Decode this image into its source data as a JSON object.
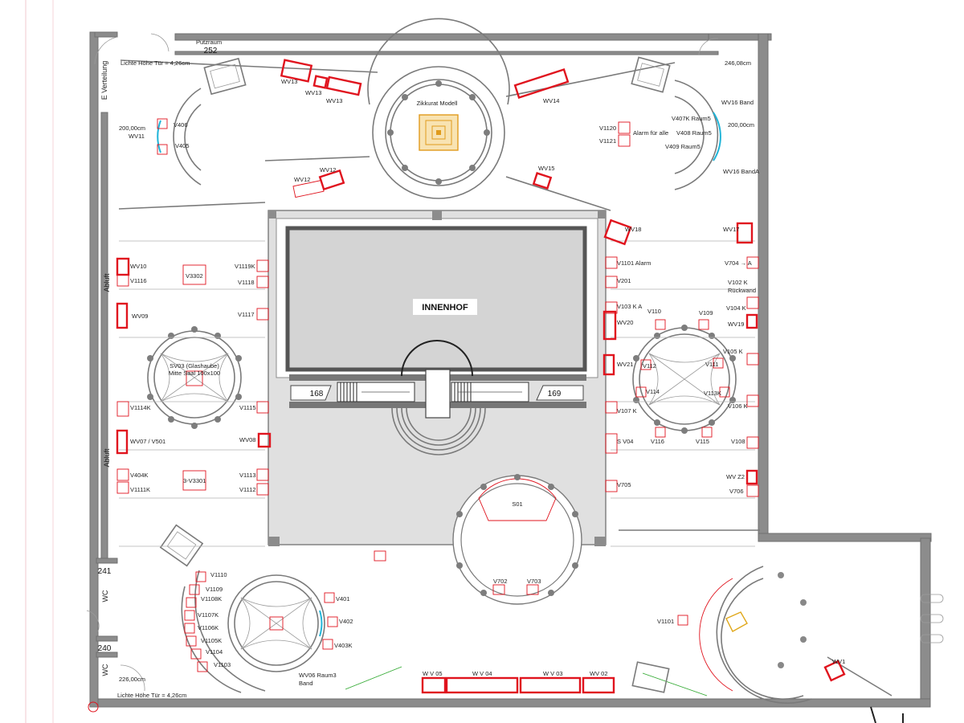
{
  "plan": {
    "courtyard": "INNENHOF",
    "rooms": {
      "r252": "252",
      "r241": "241",
      "r240": "240",
      "r168": "168",
      "r169": "169",
      "wc1": "WC",
      "wc2": "WC"
    },
    "notes": {
      "putzraum": "Putzraum",
      "tuer_top": "Lichte Höhe Tür = 4,26cm",
      "tuer_bottom": "Lichte Höhe Tür = 4,26cm",
      "width_top_right": "246,08cm",
      "width_bottom_left": "226,00cm",
      "w_left": "200,00cm",
      "w_right": "200,00cm",
      "e_verteilung": "E Verteilung",
      "abluft1": "Abluft",
      "abluft2": "Abluft",
      "zikkurat": "Zikkurat Modell",
      "sv03": "SV03 (Glashaube)",
      "mitte": "Mitte Saal 100x100",
      "s01": "S01"
    },
    "labels": {
      "wv13a": "WV13",
      "wv13b": "WV13",
      "wv13c": "WV13",
      "wv14": "WV14",
      "wv15": "WV15",
      "wv16": "WV16  Band",
      "wv16a": "WV16 BandA",
      "wv12a": "WV12",
      "wv12b": "WV12",
      "wv11": "WV11",
      "v406": "V406",
      "v405": "V405",
      "v407k": "V407K Raum5",
      "v408": "V408 Raum5",
      "v409": "V409 Raum5",
      "v1120": "V1120",
      "v1121": "V1121",
      "alarm": "Alarm für alle",
      "wv10": "WV10",
      "v1116": "V1116",
      "v3302": "V3302",
      "v1119k": "V1119K",
      "v1118": "V1118",
      "v1117": "V1117",
      "wv09": "WV09",
      "v1114k": "V1114K",
      "v1115": "V1115",
      "wv07": "WV07 / V501",
      "wv08": "WV08",
      "v404k": "V404K",
      "v1111k": "V1111K",
      "v3301": "3-V3301",
      "v1113": "V1113",
      "v1112": "V1112",
      "wv18": "WV18",
      "wv17": "WV17",
      "v1101a": "V1101 Alarm",
      "v704": "V704 → A",
      "v201": "V201",
      "v102k": "V102 K",
      "rueck": "Rückwand",
      "v103": "V103 K A",
      "v104k": "V104 K",
      "v110": "V110",
      "v109": "V109",
      "wv20": "WV20",
      "wv19": "WV19",
      "v105k": "V105 K",
      "wv21": "WV21",
      "v112": "V112",
      "v111": "V111",
      "v114": "V114",
      "v113k": "V113K",
      "v106k": "V106 K",
      "v107k": "V107 K",
      "sv04": "S V04",
      "v116": "V116",
      "v115": "V115",
      "v108": "V108",
      "wvz2": "WV Z2",
      "v705": "V705",
      "v706": "V706",
      "v1110": "V1110",
      "v1109": "V1109",
      "v1108k": "V1108K",
      "v1107k": "V1107K",
      "v1106k": "V1106K",
      "v1105k": "V1105K",
      "v1104": "V1104",
      "v1103": "V1103",
      "v401": "V401",
      "v402": "V402",
      "v403k": "V403K",
      "wv06": "WV06 Raum3",
      "band": "Band",
      "wv05": "W V 05",
      "wv04": "W V 04",
      "wv03": "W V 03",
      "wv02": "WV 02",
      "v702": "V702",
      "v703": "V703",
      "v1101": "V1101",
      "wv1": "WV1"
    }
  }
}
